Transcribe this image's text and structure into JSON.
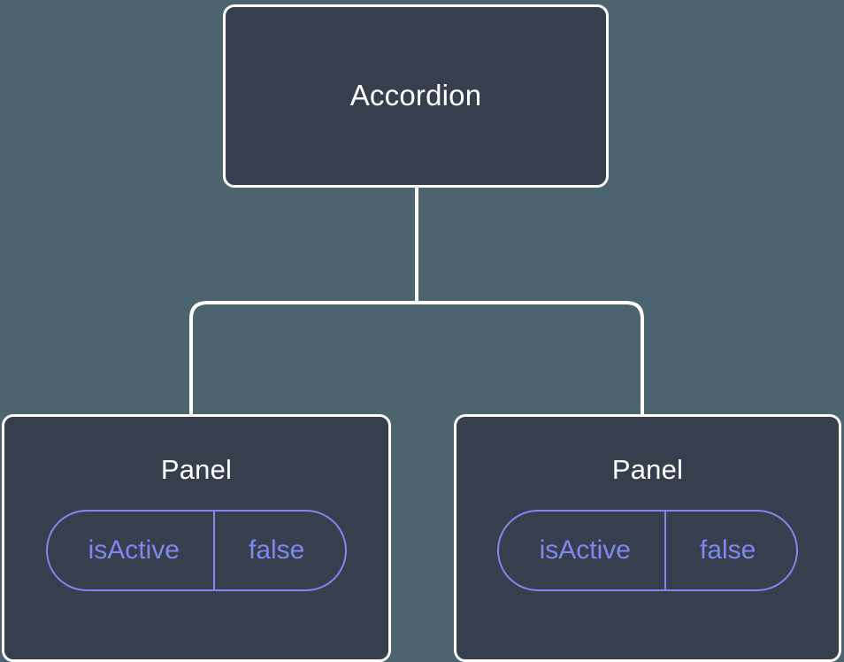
{
  "diagram": {
    "type": "component-tree",
    "background_color": "#4b6470",
    "node_fill_color": "#373e4e",
    "node_border_color": "#ffffff",
    "edge_color": "#ffffff",
    "prop_accent_color": "#8088f0",
    "root": {
      "id": "accordion",
      "title": "Accordion",
      "props": []
    },
    "children": [
      {
        "id": "panel-left",
        "title": "Panel",
        "props": [
          {
            "key": "isActive",
            "value": "false"
          }
        ]
      },
      {
        "id": "panel-right",
        "title": "Panel",
        "props": [
          {
            "key": "isActive",
            "value": "false"
          }
        ]
      }
    ]
  }
}
